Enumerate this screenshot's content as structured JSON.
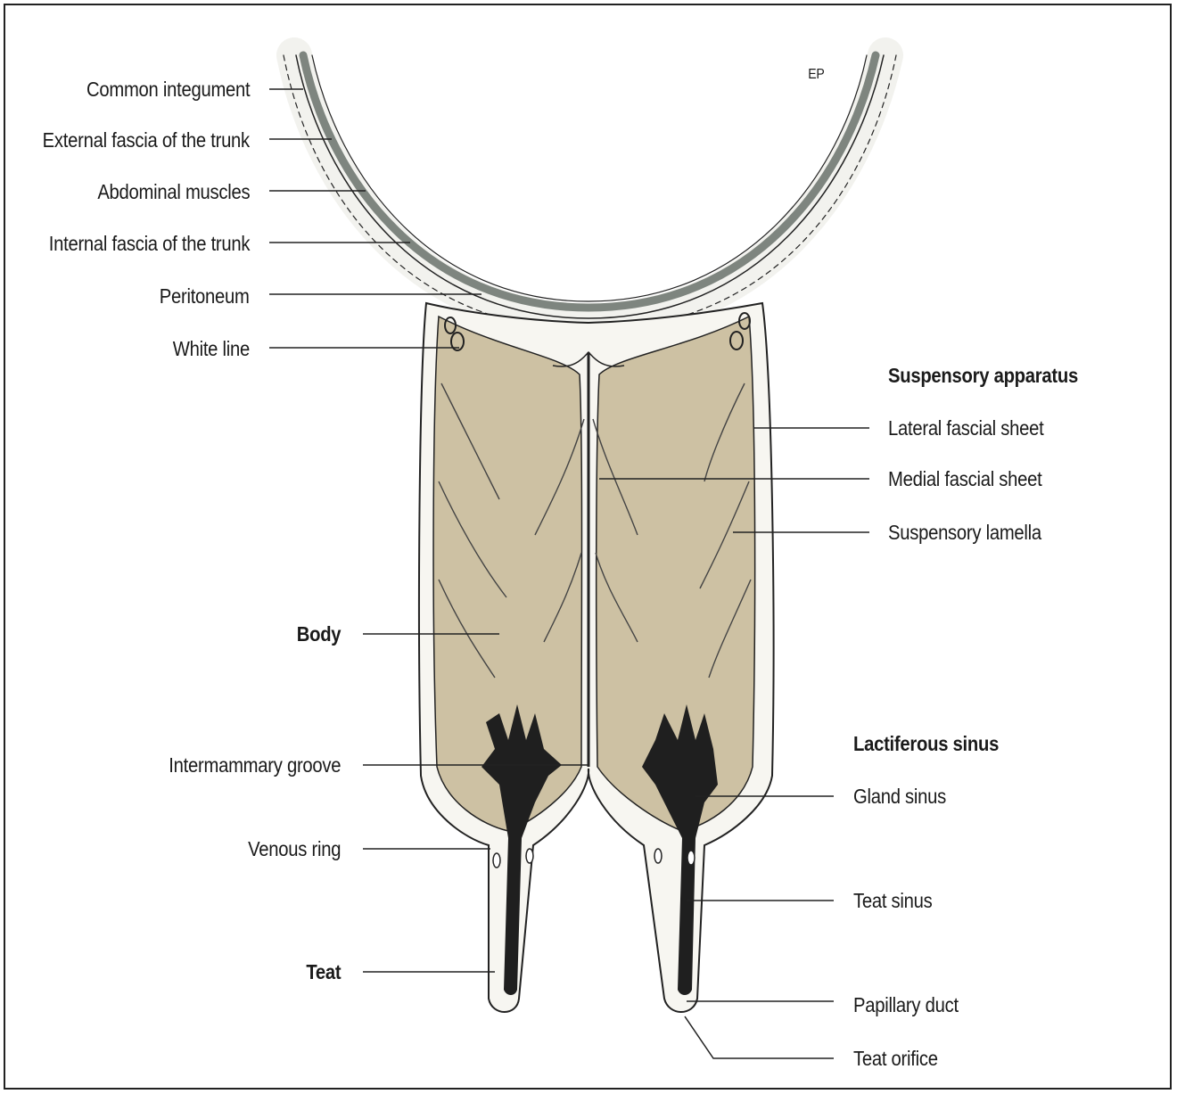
{
  "labels_left": [
    {
      "id": "common-integument",
      "text": "Common integument"
    },
    {
      "id": "external-fascia",
      "text": "External fascia of the trunk"
    },
    {
      "id": "abdominal-muscles",
      "text": "Abdominal muscles"
    },
    {
      "id": "internal-fascia",
      "text": "Internal fascia of the trunk"
    },
    {
      "id": "peritoneum",
      "text": "Peritoneum"
    },
    {
      "id": "white-line",
      "text": "White line"
    },
    {
      "id": "body",
      "text": "Body"
    },
    {
      "id": "intermammary-groove",
      "text": "Intermammary groove"
    },
    {
      "id": "venous-ring",
      "text": "Venous ring"
    },
    {
      "id": "teat",
      "text": "Teat"
    }
  ],
  "labels_right": [
    {
      "id": "suspensory-apparatus",
      "text": "Suspensory apparatus"
    },
    {
      "id": "lateral-fascial-sheet",
      "text": "Lateral fascial sheet"
    },
    {
      "id": "medial-fascial-sheet",
      "text": "Medial fascial sheet"
    },
    {
      "id": "suspensory-lamella",
      "text": "Suspensory lamella"
    },
    {
      "id": "lactiferous-sinus",
      "text": "Lactiferous sinus"
    },
    {
      "id": "gland-sinus",
      "text": "Gland sinus"
    },
    {
      "id": "teat-sinus",
      "text": "Teat sinus"
    },
    {
      "id": "papillary-duct",
      "text": "Papillary duct"
    },
    {
      "id": "teat-orifice",
      "text": "Teat orifice"
    }
  ],
  "signature": "EP",
  "colors": {
    "tissue": "#cfc3a6",
    "muscle": "#8a918a",
    "sinus": "#1c1c1c",
    "line": "#222222"
  }
}
